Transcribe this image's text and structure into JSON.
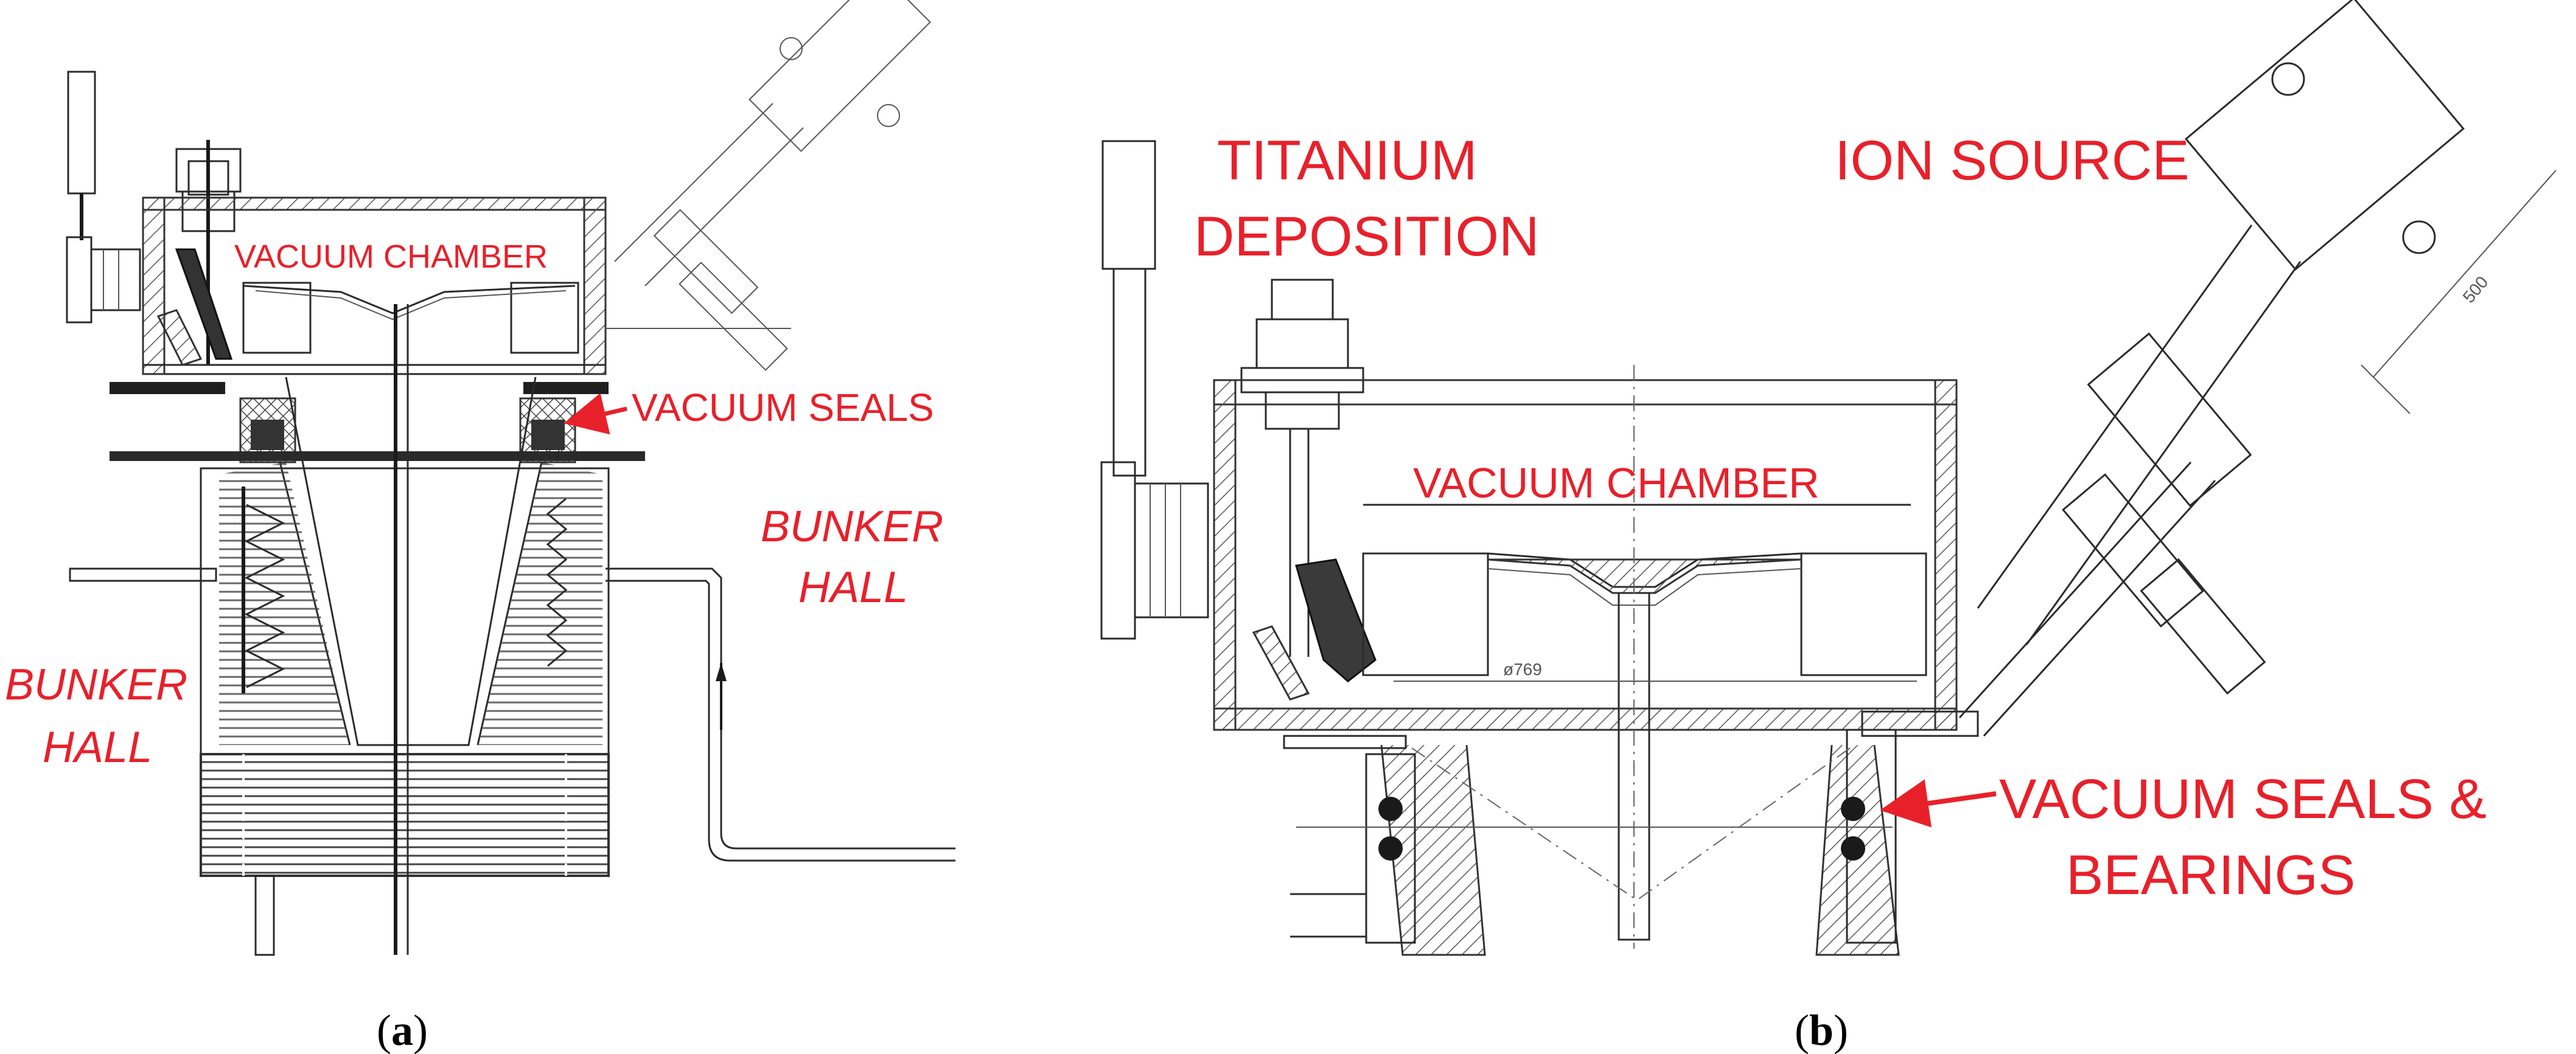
{
  "panel_a": {
    "labels": {
      "vacuum_chamber": "VACUUM CHAMBER",
      "vacuum_seals": "VACUUM SEALS",
      "bunker_hall_right_1": "BUNKER",
      "bunker_hall_right_2": "HALL",
      "bunker_hall_left_1": "BUNKER",
      "bunker_hall_left_2": "HALL"
    },
    "caption_open": "(",
    "caption_letter": "a",
    "caption_close": ")"
  },
  "panel_b": {
    "labels": {
      "titanium_1": "TITANIUM",
      "titanium_2": "DEPOSITION",
      "ion_source": "ION SOURCE",
      "vacuum_chamber": "VACUUM CHAMBER",
      "seals_1": "VACUUM SEALS &",
      "seals_2": "BEARINGS"
    },
    "dimension_diameter": "ø769",
    "dimension_length": "500",
    "caption_open": "(",
    "caption_letter": "b",
    "caption_close": ")"
  },
  "colors": {
    "label_red": "#e8202a",
    "line": "#2b2b2b"
  }
}
